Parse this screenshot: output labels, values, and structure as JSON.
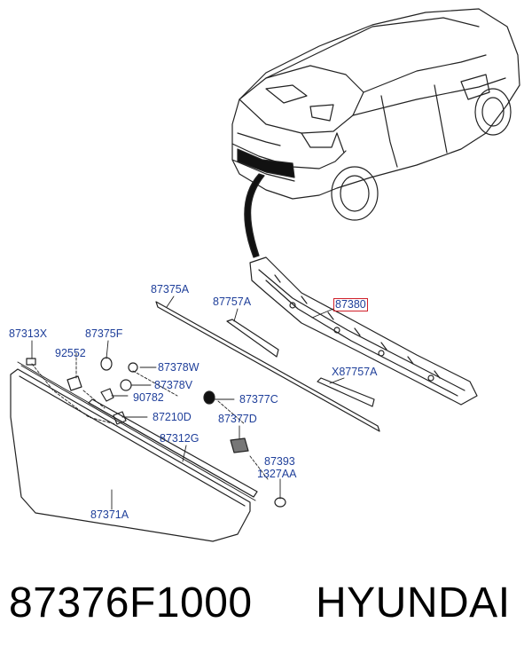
{
  "diagram": {
    "part_labels": {
      "p87375A": "87375A",
      "p87757A": "87757A",
      "p87380": "87380",
      "p87313X": "87313X",
      "p87375F": "87375F",
      "p92552": "92552",
      "p87378W": "87378W",
      "p87378V": "87378V",
      "p90782": "90782",
      "p87377C": "87377C",
      "p87210D": "87210D",
      "p87377D": "87377D",
      "pX87757A": "X87757A",
      "p87312G": "87312G",
      "p87393": "87393",
      "p1327AA": "1327AA",
      "p87371A": "87371A"
    },
    "highlighted_part": "87380"
  },
  "footer": {
    "part_number": "87376F1000",
    "brand": "HYUNDAI"
  },
  "colors": {
    "label_text": "#1f3f9a",
    "highlight_box": "#d0202a",
    "line_art": "#222222"
  }
}
